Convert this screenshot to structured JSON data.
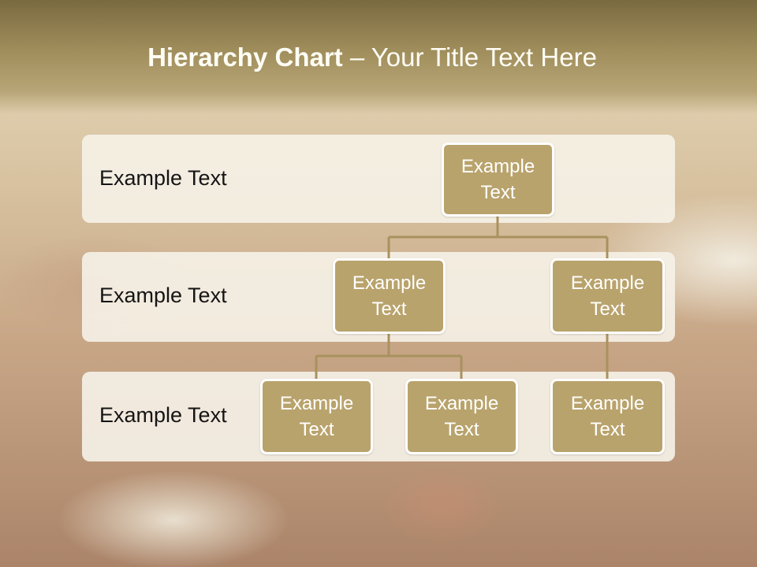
{
  "title": {
    "bold": "Hierarchy Chart",
    "rest": " – Your Title Text Here"
  },
  "levels": [
    {
      "label": "Example Text"
    },
    {
      "label": "Example Text"
    },
    {
      "label": "Example Text"
    }
  ],
  "nodes": {
    "root": "Example Text",
    "level2_left": "Example Text",
    "level2_right": "Example Text",
    "level3_a": "Example Text",
    "level3_b": "Example Text",
    "level3_c": "Example Text"
  },
  "colors": {
    "node_fill": "#b9a36c",
    "connector": "#a8925e",
    "band": "#f6f2e8",
    "title_band": "#a08e5c"
  }
}
